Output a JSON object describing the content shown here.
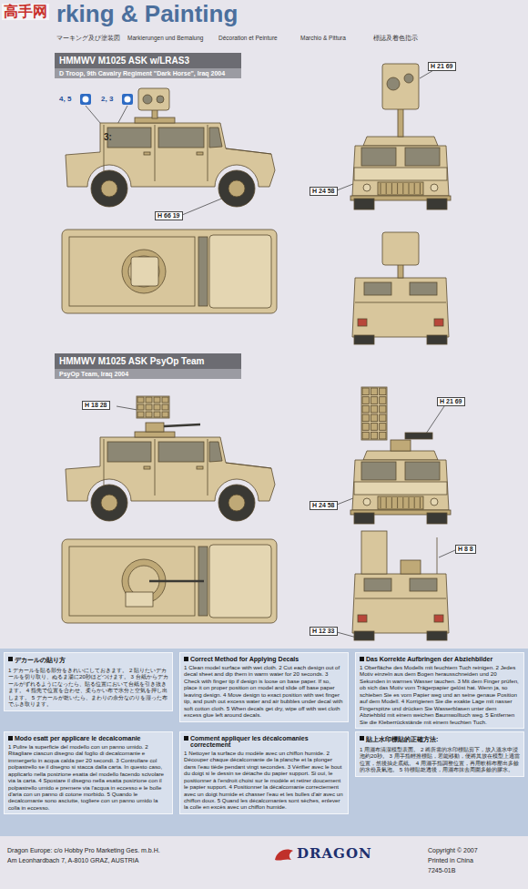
{
  "diagram": {
    "title": "rking & Painting",
    "nodes": [
      {
        "text": [
          "HMMWV M1025 ASK w/LRAS3",
          "D Troop, 9th Cavalry Regiment \"Dark Horse\", Iraq 2004"
        ]
      },
      {
        "text": [
          "HMMWV M1025 ASK PsyOp Team",
          "PsyOp Team, Iraq 2004"
        ]
      },
      {
        "text": [
          "デカールの貼り方",
          "1 デカールを貼る部分をきれいにしておきます。 2 貼りたいデカールを切り取り、ぬるま湯に20秒ほどつけます。 3 台紙からデカールがずれるようになったら、貼る位置において台紙を引き抜きます。 4 指先で位置を合わせ、柔らかい布で水分と空気を押し出します。 5 デカールが乾いたら、まわりの余分なのりを湿った布でふき取ります。"
        ]
      },
      {
        "text": [
          "Correct Method for Applying Decals",
          "1 Clean model surface with wet cloth. 2 Cut each design out of decal sheet and dip them in warm water for 20 seconds. 3 Check with finger tip if design is loose on base paper. If so, place it on proper position on model and slide off base paper leaving design. 4 Move design to exact position with wet finger tip, and push out excess water and air bubbles under decal with soft cotton cloth. 5 When decals get dry, wipe off with wet cloth excess glue left around decals."
        ]
      },
      {
        "text": [
          "Das Korrekte Aufbringen der Abziehbilder",
          "1 Oberfläche des Modells mit feuchtem Tuch reinigen. 2 Jedes Motiv einzeln aus dem Bogen herausschneiden und 20 Sekunden in warmes Wasser tauchen. 3 Mit dem Finger prüfen, ob sich das Motiv vom Trägerpapier gelöst hat. Wenn ja, so schieben Sie es vom Papier weg und an seine genaue Position auf dem Modell. 4 Korrigieren Sie die exakte Lage mit nasser Fingerspitze und drücken Sie Wasserblasen unter dem Abziehbild mit einem weichen Baumwolltuch weg. 5 Entfernen Sie die Kleberrückstände mit einem feuchten Tuch."
        ]
      },
      {
        "text": [
          "Modo esatt per applicare le decalcomanie",
          "1 Pulire la superficie del modello con un panno umido. 2 Ritagliare ciascun disegno dal foglio di decalcomanie e immergerlo in acqua calda per 20 secondi. 3 Controllare col polpastrello se il disegno si stacca dalla carta. In questo caso, applicarlo nella posizione esatta del modello facendo scivolare via la carta. 4 Spostare il disegno nella esatta posizione con il polpastrello umido e premere via l'acqua in eccesso e le bolle d'aria con un panno di cotone morbido. 5 Quando le decalcomanie sono asciutte, togliere con un panno umido la colla in eccesso."
        ]
      },
      {
        "text": [
          "Comment appliquer les décalcomanies correctement",
          "1 Nettoyer la surface du modèle avec un chiffon humide. 2 Découper chaque décalcomanie de la planche et la plonger dans l'eau tiède pendant vingt secondes. 3 Vérifier avec le bout du doigt si le dessin se détache du papier support. Si oui, le positionner à l'endroit choisi sur le modèle et retirer doucement le papier support. 4 Positionner la décalcomanie correctement avec un doigt humide et chasser l'eau et les bulles d'air avec un chiffon doux. 5 Quand les décalcomanies sont sèches, enlever la colle en excès avec un chiffon humide."
        ]
      },
      {
        "text": [
          "貼上水印標貼的正確方法:",
          "1 用濕布清潔模型表面。 2 將所需的水印標貼剪下，放入溫水中浸泡約20秒。 3 用手指輕推標貼，若能移動，便將其放在模型上適當位置，然後抽走底紙。 4 用濕手指調整位置，再用軟棉布壓出多餘的水份及氣泡。 5 待標貼乾透後，用濕布抹去周圍多餘的膠水。"
        ]
      }
    ],
    "labels": [
      "高手网",
      "マーキング及び塗装図",
      "Markierungen und Bemalung",
      "Décoration et Peinture",
      "Marchio & Pittura",
      "標誌及着色指示",
      "4, 5",
      "2, 3",
      "3:",
      "H 21 69",
      "H 24 58",
      "H 66 19",
      "H 18 28",
      "H 21 69",
      "H 24 58",
      "H 8 8",
      "H 12 33",
      "Dragon Europe: c/o Hobby Pro Marketing Ges. m.b.H.",
      "Am Leonhardbach 7, A-8010 GRAZ, AUSTRIA",
      "DRAGON",
      "Copyright © 2007",
      "Printed in China",
      "7245-01B"
    ]
  }
}
